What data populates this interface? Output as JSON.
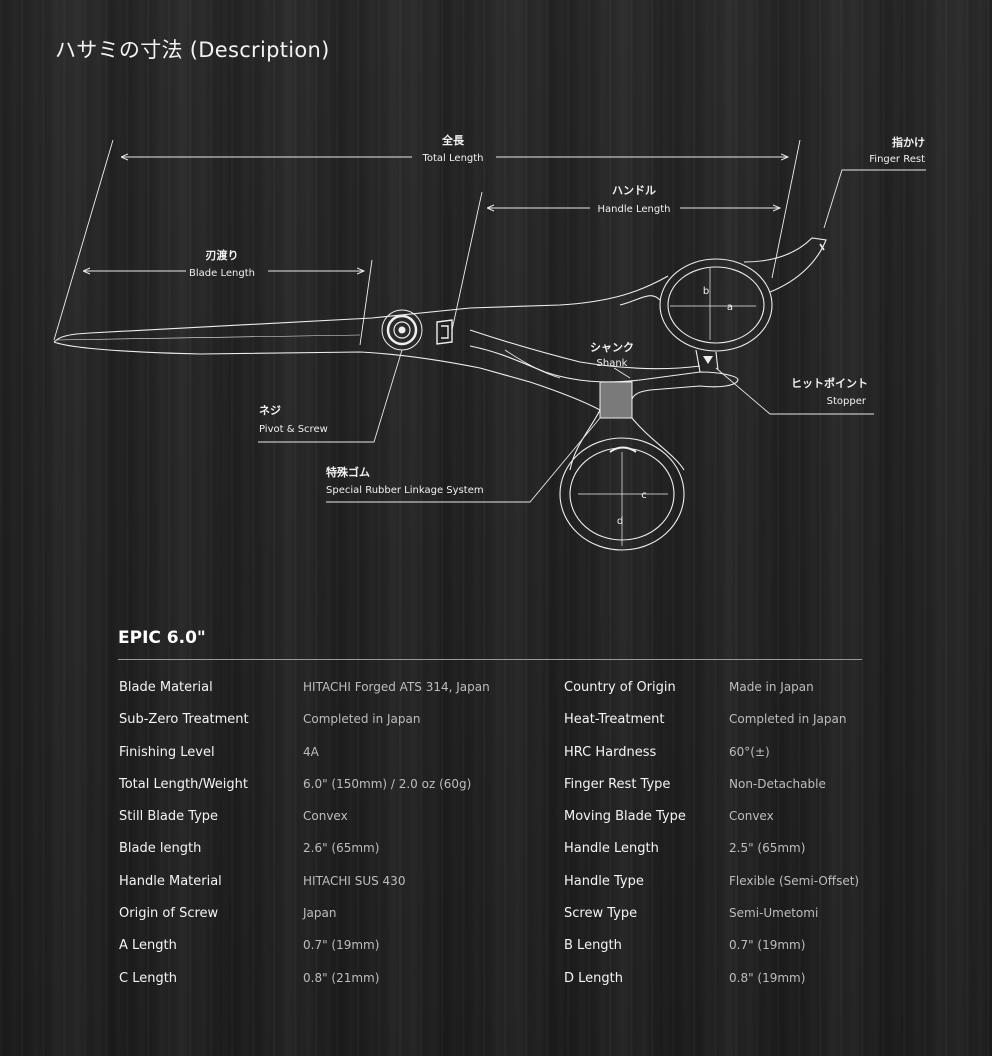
{
  "page_title": "ハサミの寸法 (Description)",
  "diagram": {
    "total_length": {
      "jp": "全長",
      "en": "Total Length"
    },
    "handle_length": {
      "jp": "ハンドル",
      "en": "Handle Length"
    },
    "blade_length": {
      "jp": "刃渡り",
      "en": "Blade Length"
    },
    "finger_rest": {
      "jp": "指かけ",
      "en": "Finger Rest"
    },
    "shank": {
      "jp": "シャンク",
      "en": "Shank"
    },
    "stopper": {
      "jp": "ヒットポイント",
      "en": "Stopper"
    },
    "pivot_screw": {
      "jp": "ネジ",
      "en": "Pivot & Screw"
    },
    "rubber": {
      "jp": "特殊ゴム",
      "en": "Special Rubber Linkage System"
    },
    "ring_labels": {
      "a": "a",
      "b": "b",
      "c": "c",
      "d": "d"
    }
  },
  "specs": {
    "title": "EPIC 6.0\"",
    "rows": [
      {
        "l1": "Blade Material",
        "v1": "HITACHI Forged ATS 314, Japan",
        "l2": "Country of Origin",
        "v2": "Made in Japan"
      },
      {
        "l1": "Sub-Zero Treatment",
        "v1": "Completed in Japan",
        "l2": "Heat-Treatment",
        "v2": "Completed in Japan"
      },
      {
        "l1": "Finishing Level",
        "v1": "4A",
        "l2": "HRC Hardness",
        "v2": "60°(±)"
      },
      {
        "l1": "Total Length/Weight",
        "v1": "6.0\" (150mm) / 2.0 oz (60g)",
        "l2": "Finger Rest Type",
        "v2": "Non-Detachable"
      },
      {
        "l1": "Still Blade Type",
        "v1": "Convex",
        "l2": "Moving Blade Type",
        "v2": "Convex"
      },
      {
        "l1": "Blade length",
        "v1": "2.6\" (65mm)",
        "l2": "Handle Length",
        "v2": "2.5\" (65mm)"
      },
      {
        "l1": "Handle Material",
        "v1": "HITACHI SUS 430",
        "l2": "Handle Type",
        "v2": "Flexible (Semi-Offset)"
      },
      {
        "l1": "Origin of Screw",
        "v1": "Japan",
        "l2": "Screw Type",
        "v2": "Semi-Umetomi"
      },
      {
        "l1": "A Length",
        "v1": "0.7\" (19mm)",
        "l2": "B Length",
        "v2": "0.7\" (19mm)"
      },
      {
        "l1": "C Length",
        "v1": "0.8\" (21mm)",
        "l2": "D Length",
        "v2": "0.8\" (19mm)"
      }
    ]
  }
}
